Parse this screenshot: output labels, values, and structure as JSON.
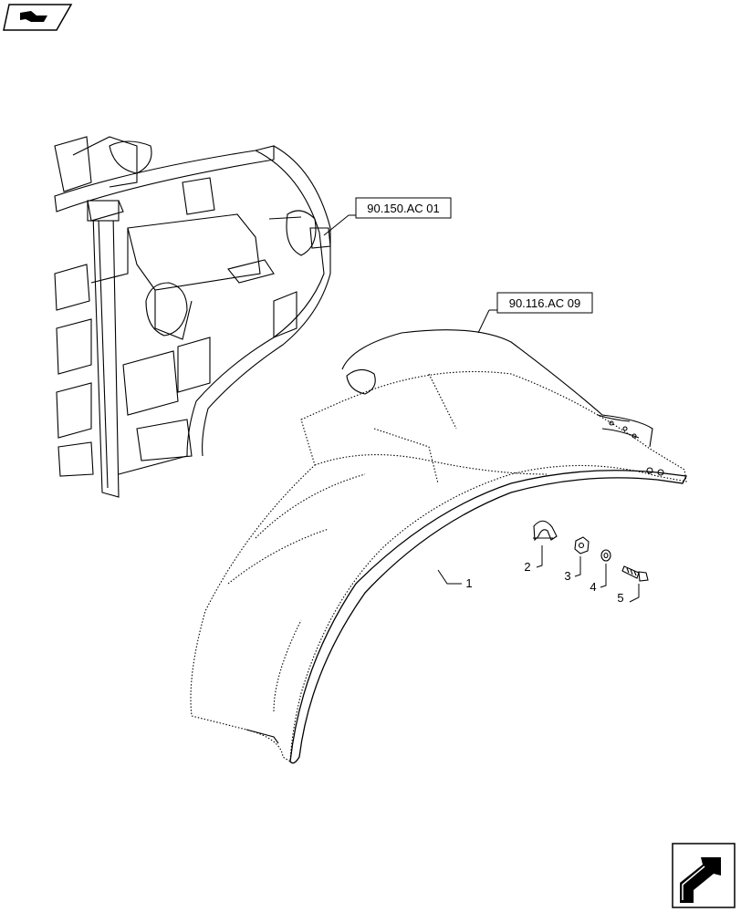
{
  "references": {
    "ref_a": "90.150.AC 01",
    "ref_b": "90.116.AC 09"
  },
  "callouts": {
    "c1": "1",
    "c2": "2",
    "c3": "3",
    "c4": "4",
    "c5": "5"
  },
  "icons": {
    "top_left": "previous-page-arrow-icon",
    "bottom_right": "next-page-arrow-icon"
  }
}
